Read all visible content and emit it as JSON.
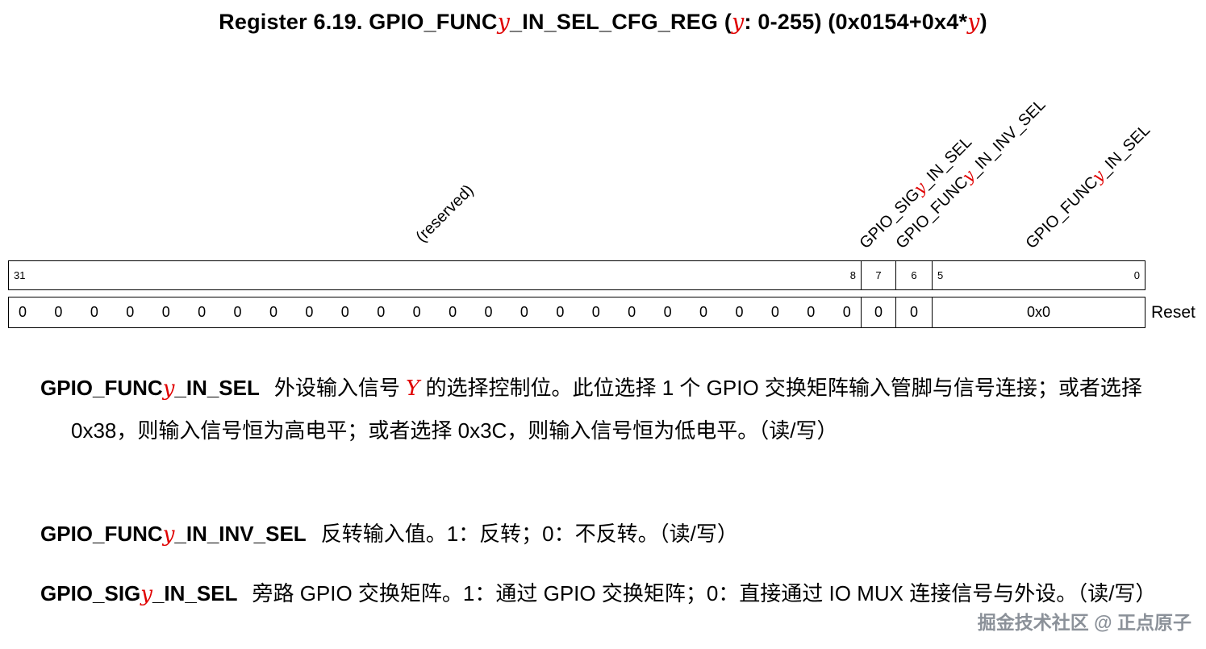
{
  "title": {
    "p1": "Register 6.19. GPIO_FUNC",
    "y1": "y",
    "p2": "_IN_SEL_CFG_REG (",
    "y2": "y",
    "p3": ": 0-255) (0x0154+0x4*",
    "y3": "y",
    "p4": ")"
  },
  "diagram": {
    "reserved_label": "(reserved)",
    "field_labels": {
      "sig": {
        "p1": "GPIO_SIG",
        "y": "y",
        "p2": "_IN_SEL"
      },
      "inv": {
        "p1": "GPIO_FUNC",
        "y": "y",
        "p2": "_IN_INV_SEL"
      },
      "sel": {
        "p1": "GPIO_FUNC",
        "y": "y",
        "p2": "_IN_SEL"
      }
    },
    "bits": {
      "b31": "31",
      "b8": "8",
      "b7": "7",
      "b6": "6",
      "b5": "5",
      "b0": "0"
    },
    "reset": {
      "zeros": [
        "0",
        "0",
        "0",
        "0",
        "0",
        "0",
        "0",
        "0",
        "0",
        "0",
        "0",
        "0",
        "0",
        "0",
        "0",
        "0",
        "0",
        "0",
        "0",
        "0",
        "0",
        "0",
        "0",
        "0"
      ],
      "bit7": "0",
      "bit6": "0",
      "low_field": "0x0",
      "label": "Reset"
    }
  },
  "descriptions": {
    "func_in_sel": {
      "name_p1": "GPIO_FUNC",
      "name_y": "y",
      "name_p2": "_IN_SEL",
      "body_p1": "外设输入信号 ",
      "body_y": "Y",
      "body_p2": " 的选择控制位。此位选择 1 个 GPIO 交换矩阵输入管脚与信号连接；或者选择 0x38，则输入信号恒为高电平；或者选择 0x3C，则输入信号恒为低电平。（读/写）"
    },
    "func_in_inv_sel": {
      "name_p1": "GPIO_FUNC",
      "name_y": "y",
      "name_p2": "_IN_INV_SEL",
      "body_p1": "反转输入值。1：反转；0：不反转。（读/写）"
    },
    "sig_in_sel": {
      "name_p1": "GPIO_SIG",
      "name_y": "y",
      "name_p2": "_IN_SEL",
      "body_p1": "旁路 GPIO 交换矩阵。1：通过 GPIO 交换矩阵；0：直接通过 IO MUX 连接信号与外设。（读/写）"
    }
  },
  "watermark": "掘金技术社区 @ 正点原子",
  "colors": {
    "accent_red": "#e00000",
    "watermark_gray": "#8b9199",
    "border": "#000000"
  }
}
